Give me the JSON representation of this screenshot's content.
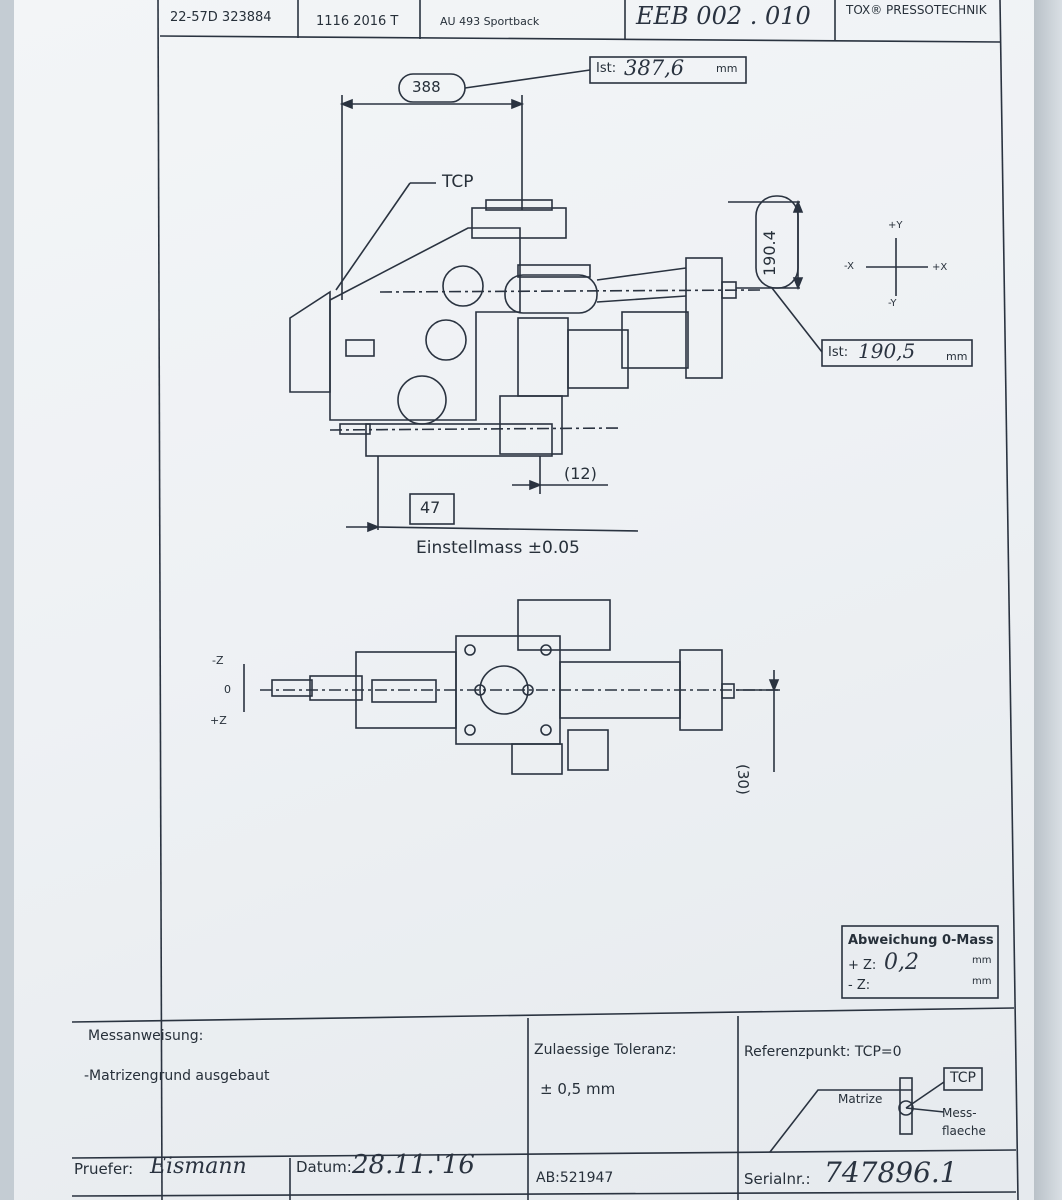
{
  "header": {
    "part_number": "22-57D 323884",
    "code": "1116 2016 T",
    "project": "AU 493 Sportback",
    "drawing_number": "EEB 002 . 010",
    "company": "TOX® PRESSOTECHNIK"
  },
  "side_view": {
    "dim_388": "388",
    "ist_label": "Ist:",
    "ist_388": "387,6",
    "unit_mm": "mm",
    "tcp_label": "TCP",
    "dim_190": "190.4",
    "ist_190": "190,5",
    "dim_12": "(12)",
    "dim_47": "47",
    "einstellmass": "Einstellmass ±0.05"
  },
  "axes": {
    "plus_y": "+Y",
    "minus_y": "-Y",
    "minus_x": "-X",
    "plus_x": "+X"
  },
  "top_view": {
    "minus_z": "-Z",
    "zero": "0",
    "plus_z": "+Z",
    "dim_30": "(30)"
  },
  "deviation": {
    "title": "Abweichung 0-Mass",
    "plus_z_label": "+ Z:",
    "plus_z_value": "0,2",
    "minus_z_label": "- Z:",
    "unit": "mm"
  },
  "footer": {
    "messanweisung_label": "Messanweisung:",
    "messanweisung_text": "-Matrizengrund ausgebaut",
    "toleranz_label": "Zulaessige Toleranz:",
    "toleranz_value": "± 0,5 mm",
    "referenz_label": "Referenzpunkt: TCP=0",
    "matrize": "Matrize",
    "tcp": "TCP",
    "messflaeche": "Mess-\nflaeche",
    "pruefer_label": "Pruefer:",
    "pruefer_value": "Eismann",
    "datum_label": "Datum:",
    "datum_value": "28.11.'16",
    "ab_label": "AB:521947",
    "serial_label": "Serialnr.:",
    "serial_value": "747896.1"
  },
  "colors": {
    "paper": "#eef1f4",
    "ink": "#2a3340"
  }
}
